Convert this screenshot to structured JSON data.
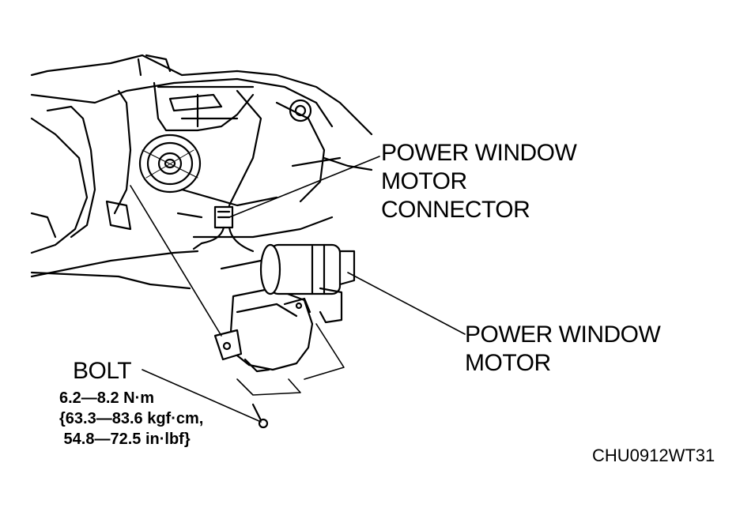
{
  "labels": {
    "connector": [
      "POWER WINDOW",
      "MOTOR",
      "CONNECTOR"
    ],
    "motor": [
      "POWER WINDOW",
      "MOTOR"
    ],
    "bolt": "BOLT",
    "bolt_spec": [
      "6.2—8.2 N·m",
      "{63.3—83.6 kgf·cm,",
      " 54.8—72.5 in·lbf}"
    ],
    "figure_code": "CHU0912WT31"
  }
}
